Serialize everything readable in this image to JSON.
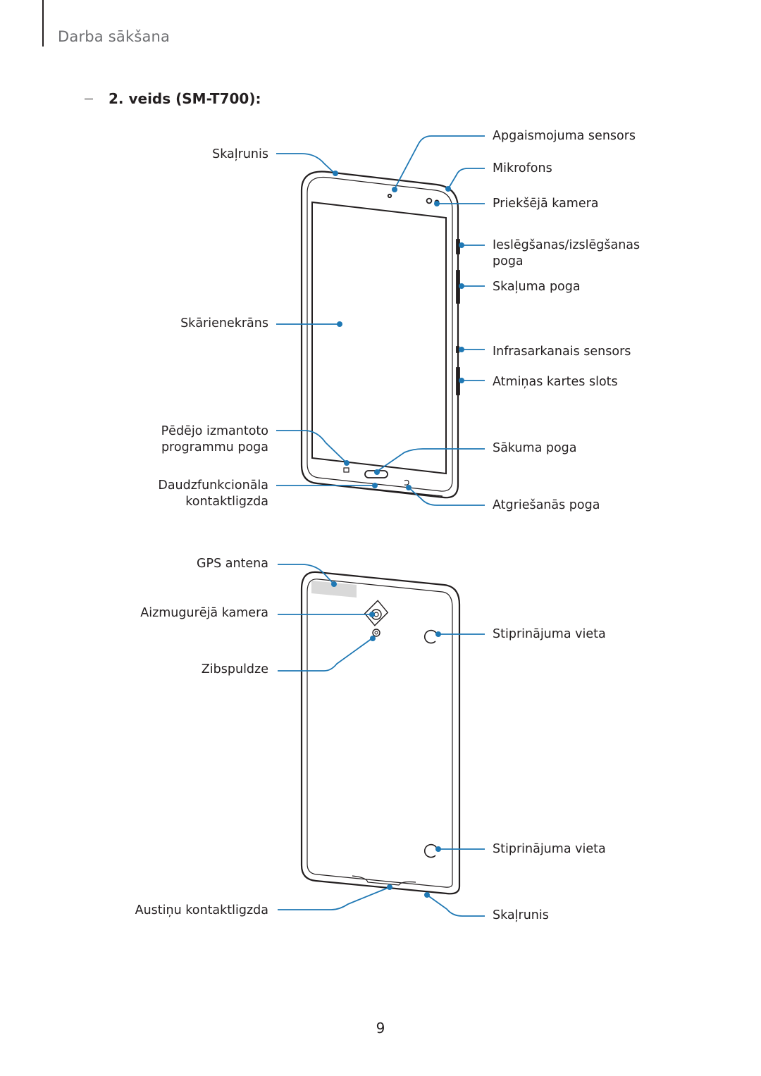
{
  "header": {
    "section": "Darba sākšana"
  },
  "heading": "2. veids (SM-T700):",
  "front_view": {
    "labels_left": {
      "speaker": "Skaļrunis",
      "touchscreen": "Skārienekrāns",
      "recent_apps_line1": "Pēdējo izmantoto",
      "recent_apps_line2": "programmu poga",
      "multipurpose_jack_line1": "Daudzfunkcionāla",
      "multipurpose_jack_line2": "kontaktligzda"
    },
    "labels_right": {
      "light_sensor": "Apgaismojuma sensors",
      "microphone": "Mikrofons",
      "front_camera": "Priekšējā kamera",
      "power_button_line1": "Ieslēgšanas/izslēgšanas",
      "power_button_line2": "poga",
      "volume_button": "Skaļuma poga",
      "ir_sensor": "Infrasarkanais sensors",
      "memory_card_slot": "Atmiņas kartes slots",
      "home_button": "Sākuma poga",
      "back_button": "Atgriešanās poga"
    }
  },
  "back_view": {
    "labels_left": {
      "gps_antenna": "GPS antena",
      "rear_camera": "Aizmugurējā kamera",
      "flash": "Zibspuldze",
      "headset_jack": "Austiņu kontaktligzda"
    },
    "labels_right": {
      "attachment_point_1": "Stiprinājuma vieta",
      "attachment_point_2": "Stiprinājuma vieta",
      "speaker": "Skaļrunis"
    }
  },
  "colors": {
    "callout": "#1f78b4",
    "outline": "#231f20",
    "header_gray": "#6d6e71"
  },
  "footer": {
    "page_number": "9"
  }
}
